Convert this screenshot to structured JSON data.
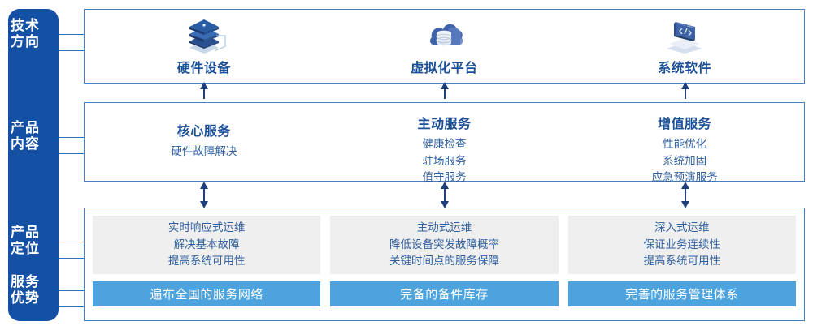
{
  "rail": {
    "items": [
      {
        "name": "technology-direction",
        "line1": "技术",
        "line2": "方向"
      },
      {
        "name": "product-content",
        "line1": "产品",
        "line2": "内容"
      },
      {
        "name": "product-positioning",
        "line1": "产品",
        "line2": "定位"
      },
      {
        "name": "service-advantage",
        "line1": "服务",
        "line2": "优势"
      }
    ]
  },
  "technology": {
    "columns": [
      {
        "icon": "server-stack-icon",
        "label": "硬件设备"
      },
      {
        "icon": "cloud-database-icon",
        "label": "虚拟化平台"
      },
      {
        "icon": "laptop-code-icon",
        "label": "系统软件"
      }
    ]
  },
  "product_content": {
    "columns": [
      {
        "title": "核心服务",
        "items": [
          "硬件故障解决"
        ]
      },
      {
        "title": "主动服务",
        "items": [
          "健康检查",
          "驻场服务",
          "值守服务"
        ]
      },
      {
        "title": "增值服务",
        "items": [
          "性能优化",
          "系统加固",
          "应急预演服务"
        ]
      }
    ]
  },
  "product_positioning": {
    "cards": [
      {
        "lines": [
          "实时响应式运维",
          "解决基本故障",
          "提高系统可用性"
        ]
      },
      {
        "lines": [
          "主动式运维",
          "降低设备突发故障概率",
          "关键时间点的服务保障"
        ]
      },
      {
        "lines": [
          "深入式运维",
          "保证业务连续性",
          "提高系统可用性"
        ]
      }
    ]
  },
  "service_advantage": {
    "bars": [
      "遍布全国的服务网络",
      "完备的备件库存",
      "完善的服务管理体系"
    ]
  },
  "colors": {
    "rail_blue": "#1450a3",
    "panel_border": "#4a7fc1",
    "title_blue": "#1a4f96",
    "text_blue": "#2f5f9e",
    "bar_blue": "#4da3dd",
    "card_grey": "#efefef",
    "arrow": "#1f3f7a"
  }
}
